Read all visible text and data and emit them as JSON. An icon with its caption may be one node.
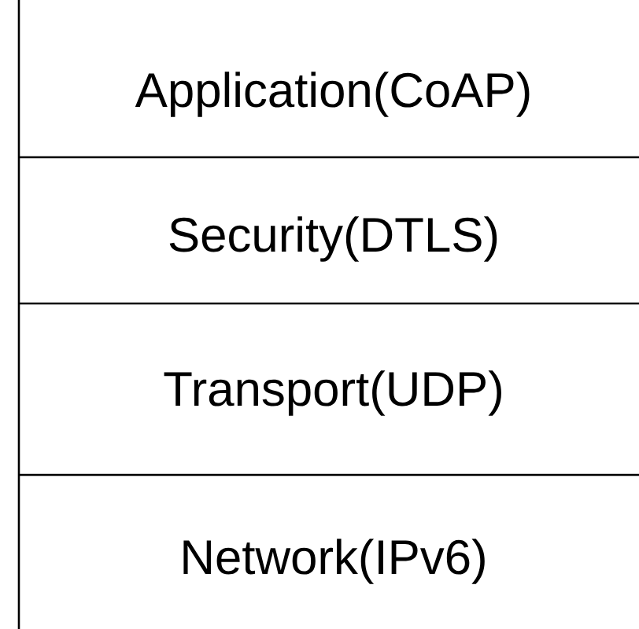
{
  "diagram": {
    "nodes": [
      {
        "text": [
          "Application(CoAP)"
        ]
      },
      {
        "text": [
          "Security(DTLS)"
        ]
      },
      {
        "text": [
          "Transport(UDP)"
        ]
      },
      {
        "text": [
          "Network(IPv6)"
        ]
      }
    ]
  }
}
